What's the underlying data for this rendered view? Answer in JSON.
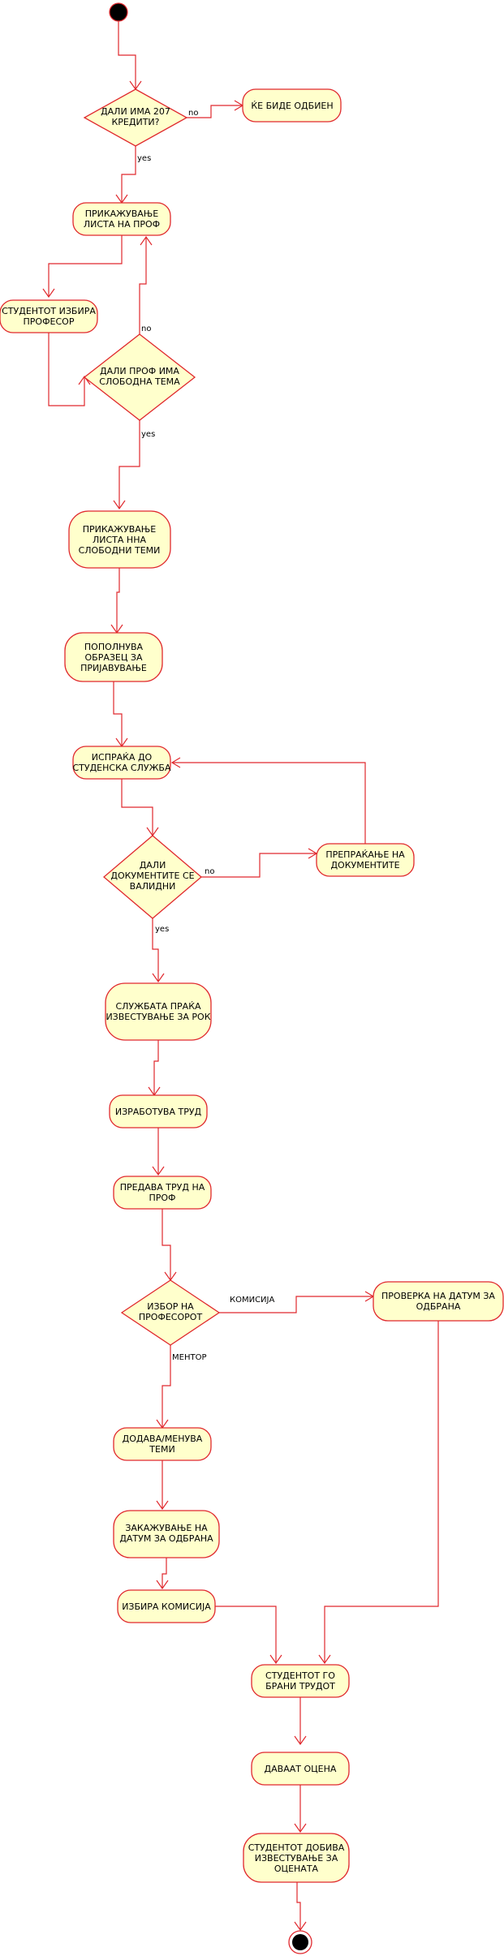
{
  "colors": {
    "stroke": "#e0282d",
    "fill": "#ffffcc",
    "ink": "#000000"
  },
  "nodes": {
    "n207": {
      "lines": [
        "ДАЛИ ИМА 207",
        "КРЕДИТИ?"
      ]
    },
    "odbien": {
      "lines": [
        "ЌЕ БИДЕ ОДБИЕН"
      ]
    },
    "prikaz_prof": {
      "lines": [
        "ПРИКАЖУВАЊЕ",
        "ЛИСТА НА ПРОФ"
      ]
    },
    "izbira_prof": {
      "lines": [
        "СТУДЕНТОТ ИЗБИРА",
        "ПРОФЕСОР"
      ]
    },
    "slobodna": {
      "lines": [
        "ДАЛИ ПРОФ ИМА",
        "СЛОБОДНА ТЕМА"
      ]
    },
    "prikaz_temi": {
      "lines": [
        "ПРИКАЖУВАЊЕ",
        "ЛИСТА ННА",
        "СЛОБОДНИ ТЕМИ"
      ]
    },
    "popolnuva": {
      "lines": [
        "ПОПОЛНУВА",
        "ОБРАЗЕЦ ЗА",
        "ПРИЈАВУВАЊЕ"
      ]
    },
    "isprakja": {
      "lines": [
        "ИСПРАЌА ДО",
        "СТУДЕНСКА СЛУЖБА"
      ]
    },
    "validni": {
      "lines": [
        "ДАЛИ",
        "ДОКУМЕНТИТЕ СЕ",
        "ВАЛИДНИ"
      ]
    },
    "preprakjanje": {
      "lines": [
        "ПРЕПРАЌАЊЕ НА",
        "ДОКУМЕНТИТЕ"
      ]
    },
    "sluzhba": {
      "lines": [
        "СЛУЖБАТА ПРАЌА",
        "ИЗВЕСТУВАЊЕ ЗА РОК"
      ]
    },
    "izrabotuva": {
      "lines": [
        "ИЗРАБОТУВА ТРУД"
      ]
    },
    "predava": {
      "lines": [
        "ПРЕДАВА ТРУД НА",
        "ПРОФ"
      ]
    },
    "izbor": {
      "lines": [
        "ИЗБОР НА",
        "ПРОФЕСОРОТ"
      ]
    },
    "proverka": {
      "lines": [
        "ПРОВЕРКА НА ДАТУМ ЗА",
        "ОДБРАНА"
      ]
    },
    "dodava": {
      "lines": [
        "ДОДАВА/МЕНУВА",
        "ТЕМИ"
      ]
    },
    "zakazhuva": {
      "lines": [
        "ЗАКАЖУВАЊЕ НА",
        "ДАТУМ ЗА ОДБРАНА"
      ]
    },
    "komisija": {
      "lines": [
        "ИЗБИРА КОМИСИЈА"
      ]
    },
    "brani": {
      "lines": [
        "СТУДЕНТОТ ГО",
        "БРАНИ ТРУДОТ"
      ]
    },
    "ocena": {
      "lines": [
        "ДАВААТ ОЦЕНА"
      ]
    },
    "dobiva": {
      "lines": [
        "СТУДЕНТОТ ДОБИВА",
        "ИЗВЕСТУВАЊЕ ЗА",
        "ОЦЕНАТА"
      ]
    }
  },
  "edge_labels": {
    "no1": "no",
    "yes1": "yes",
    "no2": "no",
    "yes2": "yes",
    "no3": "no",
    "yes3": "yes",
    "komisija": "КОМИСИЈА",
    "mentor": "МЕНТОР"
  }
}
